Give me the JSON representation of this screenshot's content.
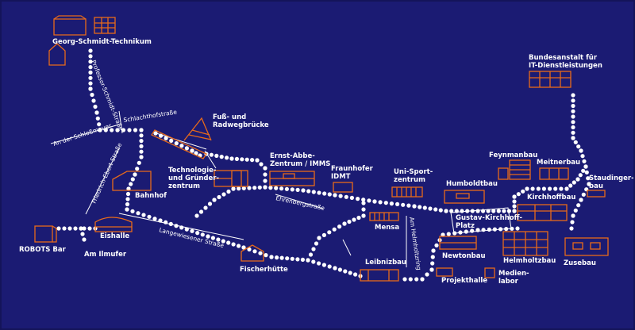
{
  "colors": {
    "background": "#1b1b73",
    "building": "#e86a1a",
    "path_dots": "#ffffff",
    "text": "#ffffff"
  },
  "labels": {
    "georg_schmidt": "Georg-Schmidt-Technikum",
    "bundesanstalt": "Bundesanstalt für\nIT-Dienstleistungen",
    "fussweg_bruecke": "Fuß- und\nRadwegbrücke",
    "ernst_abbe": "Ernst-Abbe-\nZentrum / IMMS",
    "fraunhofer": "Fraunhofer\nIDMT",
    "uni_sport": "Uni-Sport-\nzentrum",
    "technologie": "Technologie-\nund Gründer-\nzentrum",
    "feynmanbau": "Feynmanbau",
    "meitnerbau": "Meitnerbau",
    "staudingerbau": "Staudinger-\nbau",
    "humboldtbau": "Humboldtbau",
    "kirchhoffbau": "Kirchhoffbau",
    "bahnhof": "Bahnhof",
    "gustav_kirchhoff_platz": "Gustav-Kirchhoff-\nPlatz",
    "mensa": "Mensa",
    "eishalle": "Eishalle",
    "robots_bar": "ROBOTS Bar",
    "am_ilmufer": "Am Ilmufer",
    "fischerhuette": "Fischerhütte",
    "leibnizbau": "Leibnizbau",
    "newtonbau": "Newtonbau",
    "helmholtzbau": "Helmholtzbau",
    "zusebau": "Zusebau",
    "projekthalle": "Projekthalle",
    "medienlabor": "Medien-\nlabor"
  },
  "streets": {
    "professor_schmidt": "Professor-Schmidt-Straße",
    "schlachthof": "Schlachthofstraße",
    "an_der_schlossmauer": "An der Schloßmauer",
    "friedrich_ebert": "Friedrich-Ebert-Straße",
    "ehrenberg": "Ehrenbergstraße",
    "langewiesener": "Langewiesener Straße",
    "am_helmholtzring": "Am Helmholtzring"
  },
  "icons": {
    "building": "building-outline-icon",
    "bridge": "bridge-icon",
    "walk_dot": "path-dot-icon"
  }
}
